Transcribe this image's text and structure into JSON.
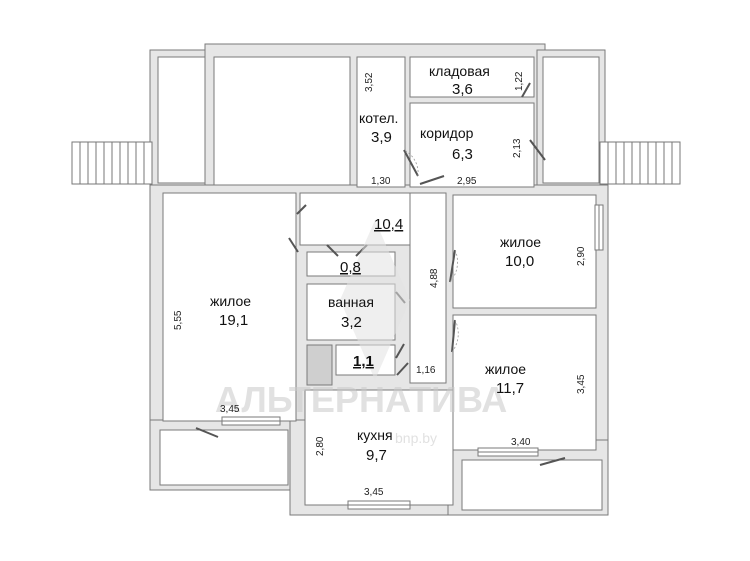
{
  "rooms": {
    "storage": {
      "name": "кладовая",
      "area": "3,6"
    },
    "boiler": {
      "name": "котел.",
      "area": "3,9"
    },
    "corridor": {
      "name": "коридор",
      "area": "6,3"
    },
    "hall": {
      "area": "10,4"
    },
    "closet": {
      "area": "0,8"
    },
    "bathroom": {
      "name": "ванная",
      "area": "3,2"
    },
    "wc": {
      "area": "1,1"
    },
    "living1": {
      "name": "жилое",
      "area": "19,1"
    },
    "living2": {
      "name": "жилое",
      "area": "10,0"
    },
    "living3": {
      "name": "жилое",
      "area": "11,7"
    },
    "kitchen": {
      "name": "кухня",
      "area": "9,7"
    }
  },
  "dimensions": {
    "d352": "3,52",
    "d122": "1,22",
    "d213": "2,13",
    "d130": "1,30",
    "d295": "2,95",
    "d488": "4,88",
    "d290": "2,90",
    "d555": "5,55",
    "d345_left": "3,45",
    "d116": "1,16",
    "d345_right": "3,45",
    "d340": "3,40",
    "d280": "2,80",
    "d345_kitchen": "3,45"
  },
  "watermark": {
    "brand": "АЛЬТЕРНАТИВА",
    "site": "bnp.by"
  }
}
